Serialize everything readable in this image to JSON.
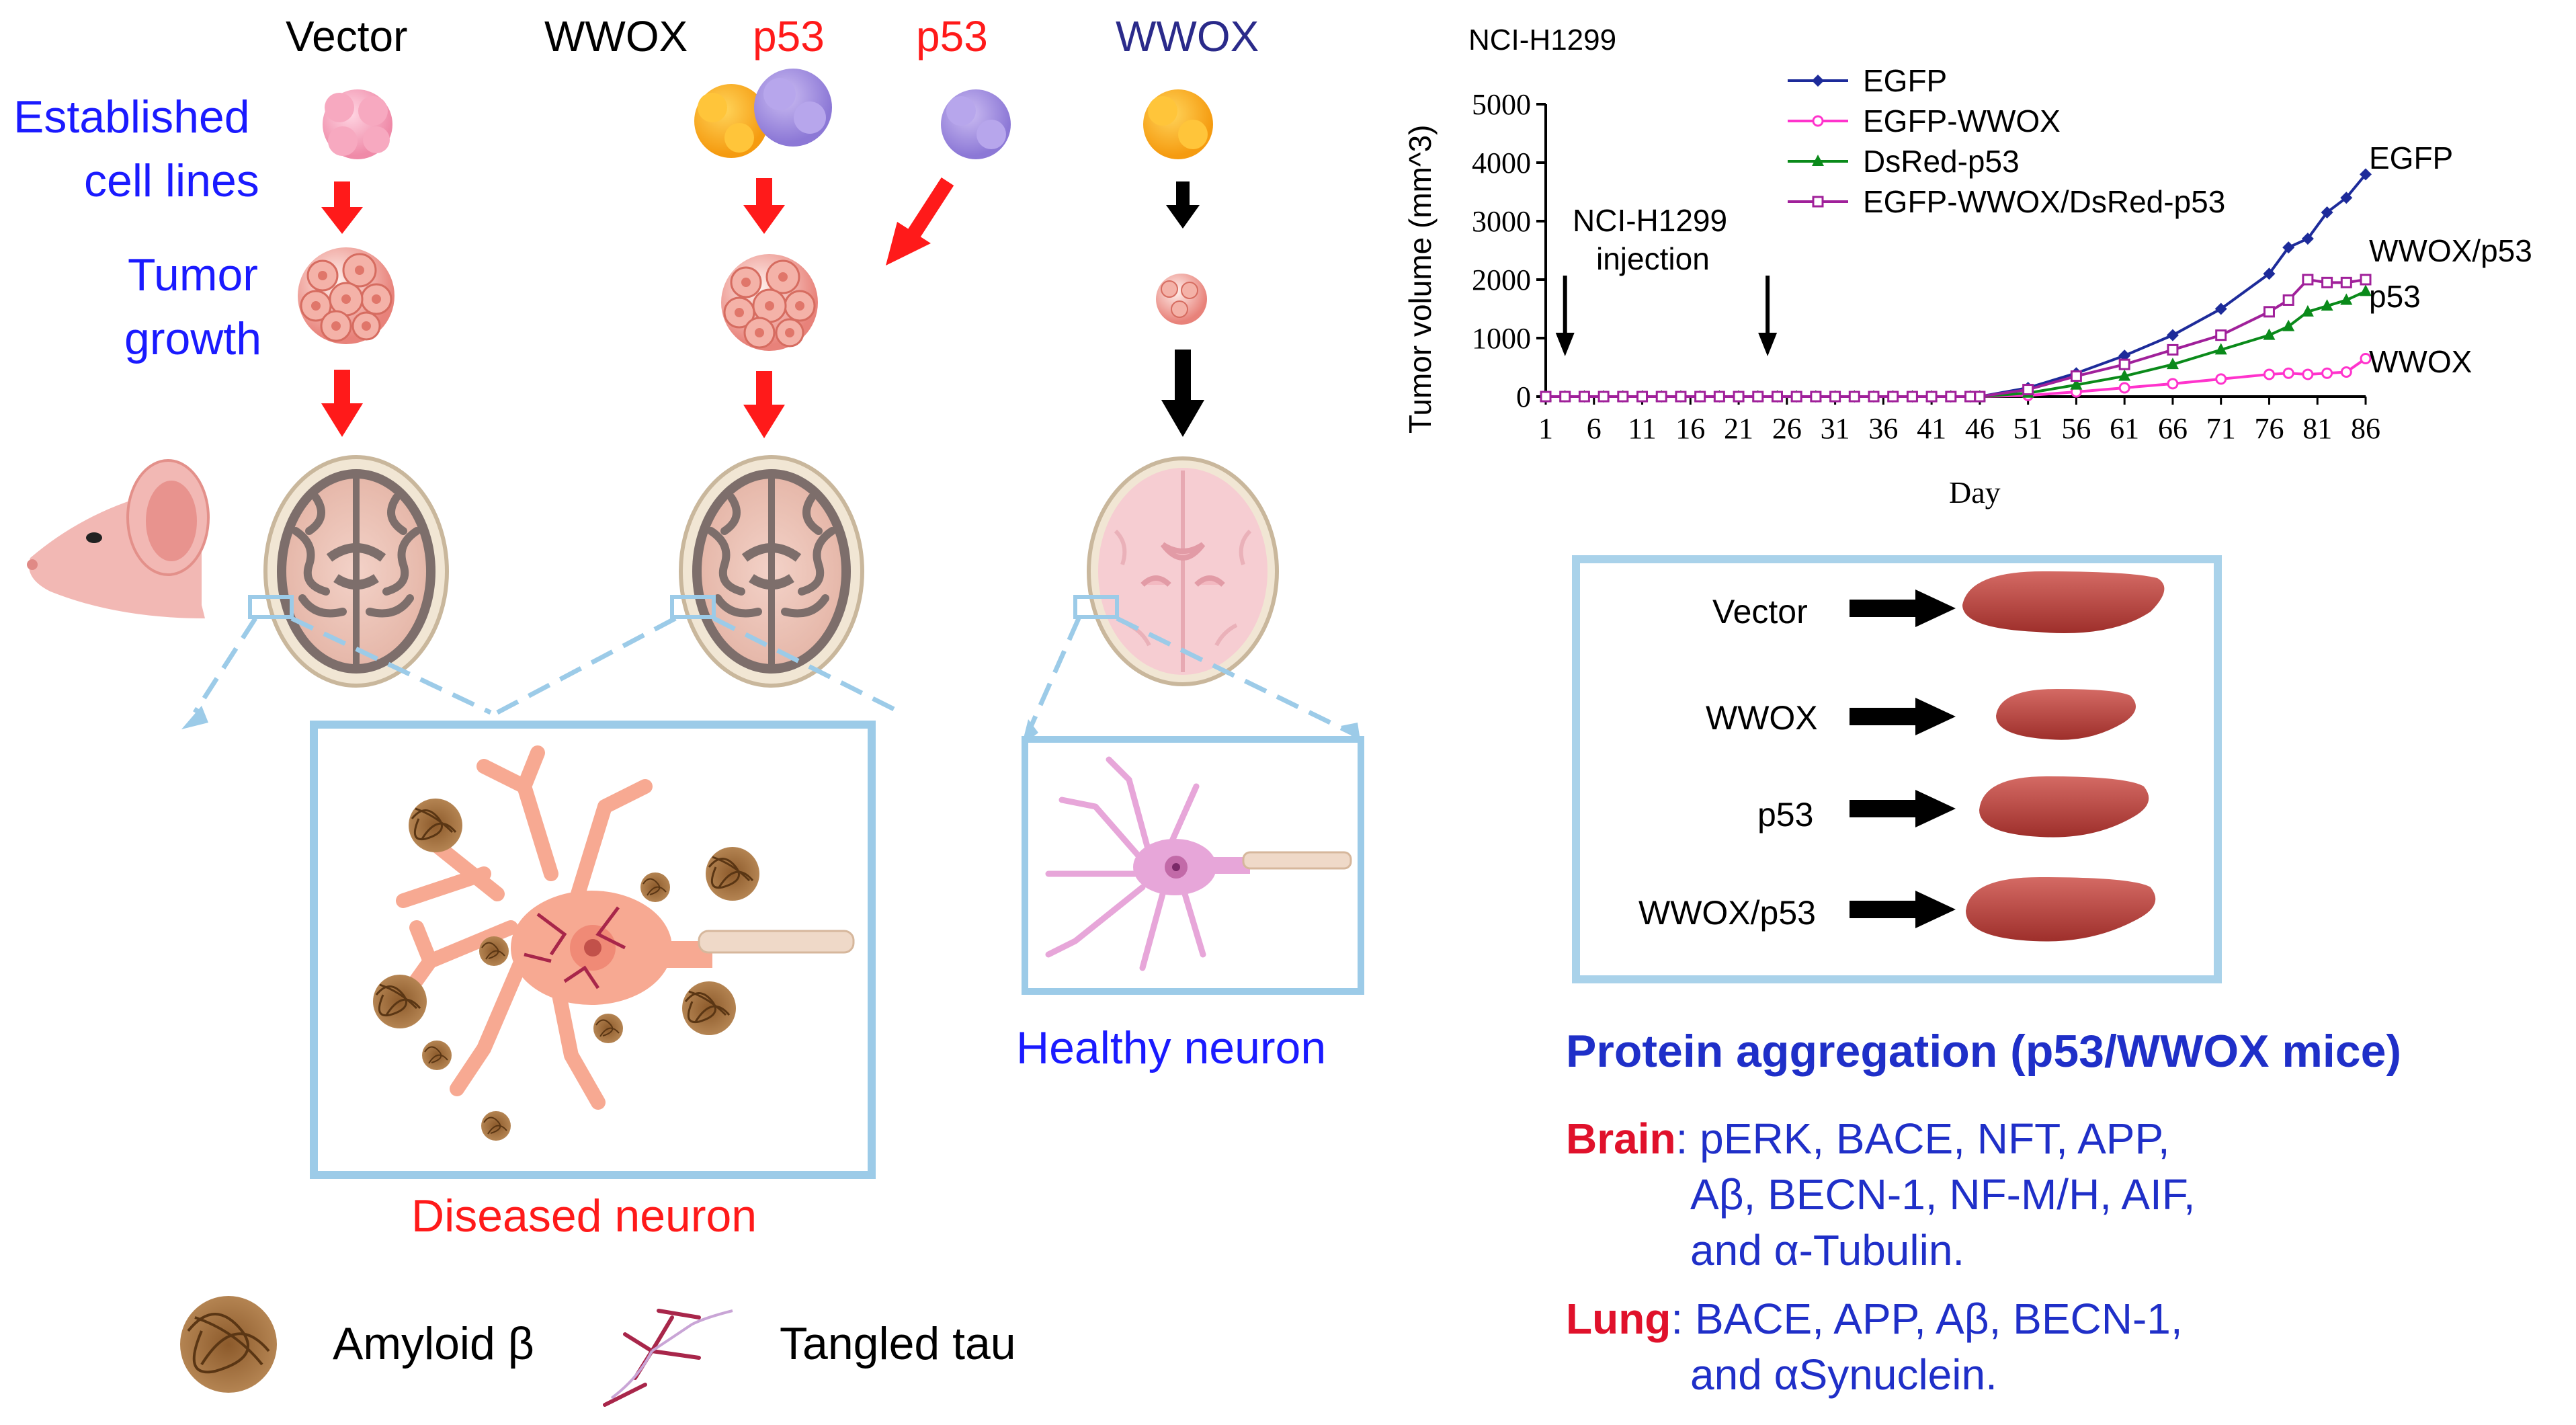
{
  "left_panel": {
    "column_headers": {
      "vector": "Vector",
      "wwox_p53_wwox": "WWOX",
      "wwox_p53_p53": "p53",
      "p53_only": "p53",
      "wwox_only": "WWOX"
    },
    "row_labels": {
      "established_line1": "Established",
      "established_line2": "cell lines",
      "tumor_line1": "Tumor",
      "tumor_line2": "growth"
    },
    "diseased_neuron_label": "Diseased neuron",
    "healthy_neuron_label": "Healthy neuron",
    "legend": {
      "amyloid": "Amyloid β",
      "tau": "Tangled tau"
    }
  },
  "chart_panel": {
    "cell_line_label": "NCI-H1299",
    "injection_label_line1": "NCI-H1299",
    "injection_label_line2": "injection",
    "end_labels": {
      "egfp": "EGFP",
      "wwox_p53": "WWOX/p53",
      "p53": "p53",
      "wwox": "WWOX"
    }
  },
  "chart_data": {
    "type": "line",
    "title": "NCI-H1299",
    "xlabel": "Day",
    "ylabel": "Tumor volume (mm^3)",
    "xlim": [
      1,
      86
    ],
    "ylim": [
      0,
      5000
    ],
    "xticks": [
      1,
      6,
      11,
      16,
      21,
      26,
      31,
      36,
      41,
      46,
      51,
      56,
      61,
      66,
      71,
      76,
      81,
      86
    ],
    "yticks": [
      0,
      1000,
      2000,
      3000,
      4000,
      5000
    ],
    "legend_position": "top-left",
    "injection_days": [
      3,
      24
    ],
    "x": [
      1,
      46,
      51,
      56,
      61,
      66,
      71,
      76,
      78,
      80,
      82,
      84,
      86
    ],
    "series": [
      {
        "name": "EGFP",
        "color": "#1d2b9a",
        "marker": "diamond",
        "values": [
          0,
          0,
          150,
          400,
          700,
          1050,
          1500,
          2100,
          2550,
          2700,
          3150,
          3400,
          3800
        ]
      },
      {
        "name": "EGFP-WWOX",
        "color": "#ff33cc",
        "marker": "circle-open",
        "values": [
          0,
          0,
          20,
          80,
          150,
          220,
          300,
          380,
          400,
          380,
          400,
          420,
          650
        ]
      },
      {
        "name": "DsRed-p53",
        "color": "#0a8a1a",
        "marker": "triangle",
        "values": [
          0,
          0,
          60,
          200,
          350,
          550,
          800,
          1050,
          1200,
          1450,
          1550,
          1650,
          1800
        ]
      },
      {
        "name": "EGFP-WWOX/DsRed-p53",
        "color": "#a0209a",
        "marker": "square-open",
        "values": [
          0,
          0,
          120,
          350,
          550,
          800,
          1050,
          1450,
          1650,
          2000,
          1950,
          1950,
          2000
        ]
      }
    ]
  },
  "spleen_panel": {
    "rows": [
      {
        "label": "Vector"
      },
      {
        "label": "WWOX"
      },
      {
        "label": "p53"
      },
      {
        "label": "WWOX/p53"
      }
    ]
  },
  "protein_aggregation": {
    "title": "Protein aggregation (p53/WWOX mice)",
    "brain_tag": "Brain",
    "brain_line1": ": pERK, BACE, NFT, APP,",
    "brain_line2": "Aβ, BECN-1, NF-M/H, AIF,",
    "brain_line3": "and α-Tubulin.",
    "lung_tag": "Lung",
    "lung_line1": ": BACE, APP, Aβ, BECN-1,",
    "lung_line2": "and αSynuclein."
  }
}
